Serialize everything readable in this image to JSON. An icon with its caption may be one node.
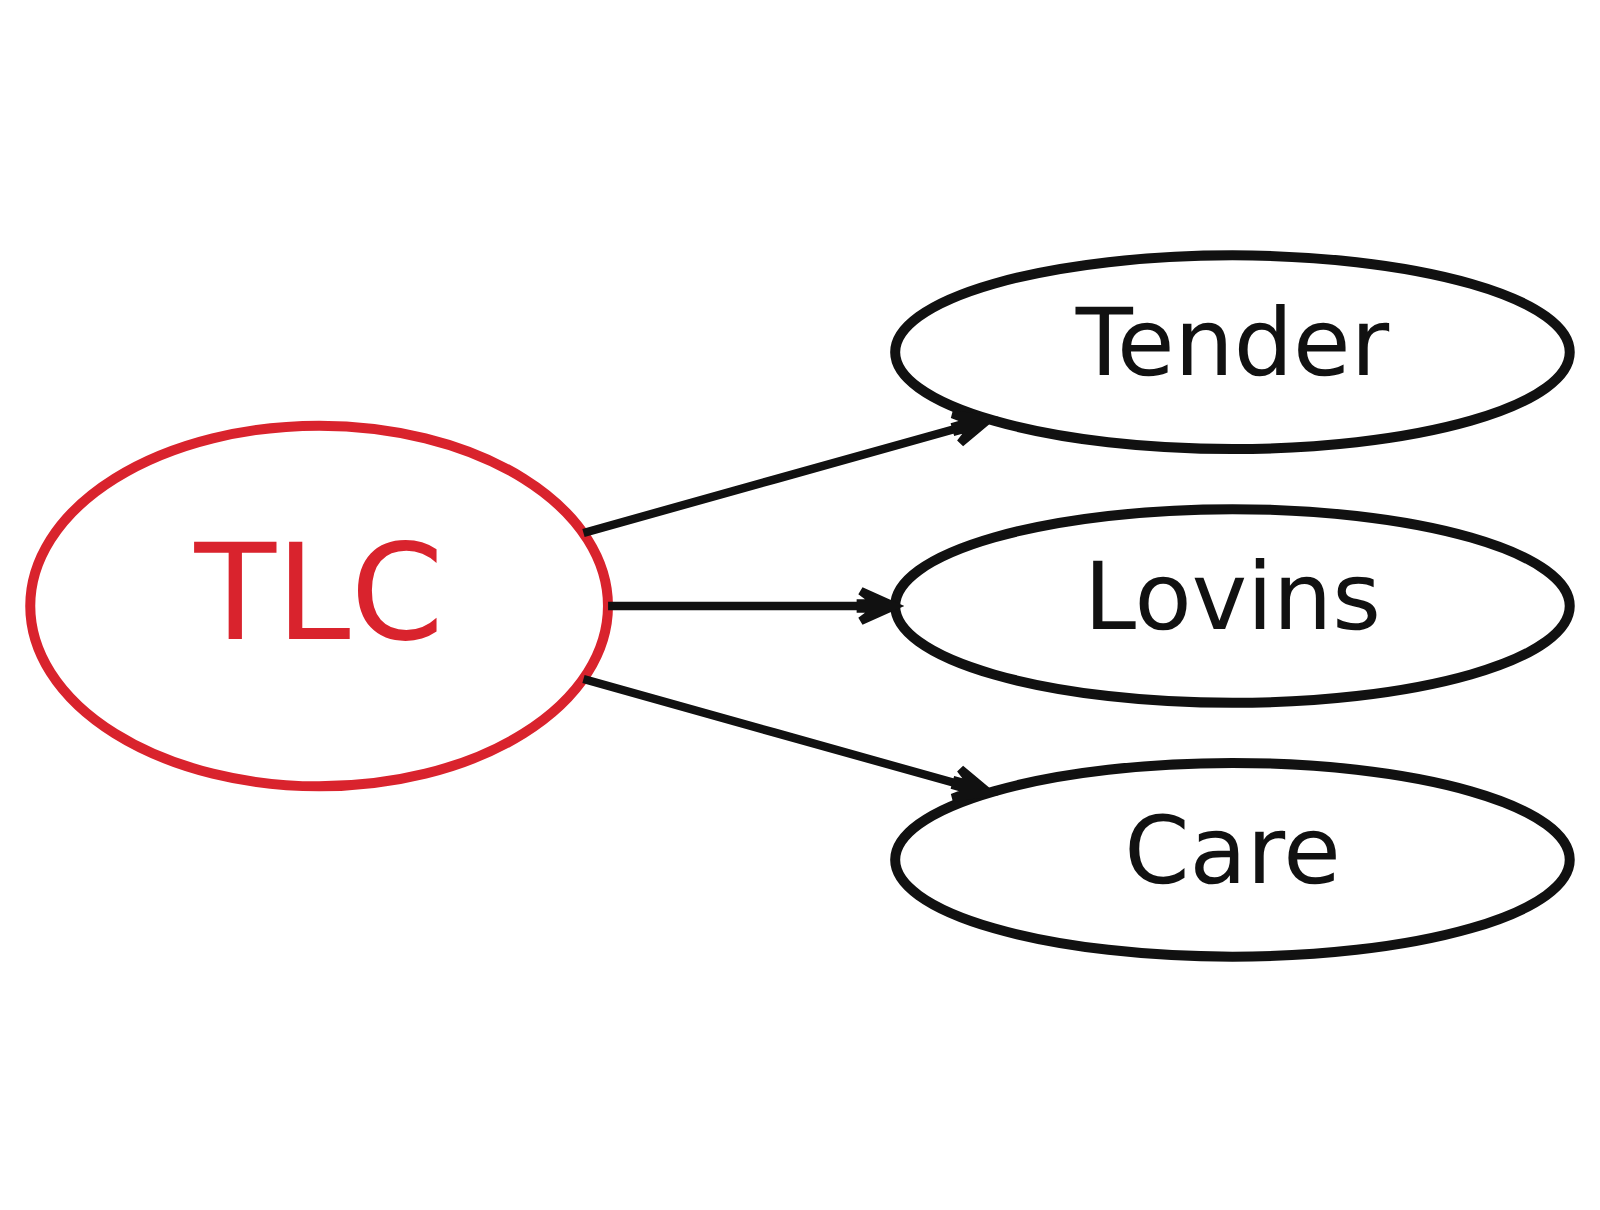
{
  "diagram": {
    "nodes": [
      {
        "text": [
          "TLC"
        ]
      },
      {
        "text": [
          "Tender"
        ]
      },
      {
        "text": [
          "Lovins"
        ]
      },
      {
        "text": [
          "Care"
        ]
      }
    ],
    "edges": [
      {
        "from": 0,
        "to": 1,
        "arrow": "to"
      },
      {
        "from": 0,
        "to": 2,
        "arrow": "to"
      },
      {
        "from": 0,
        "to": 3,
        "arrow": "to"
      }
    ]
  }
}
